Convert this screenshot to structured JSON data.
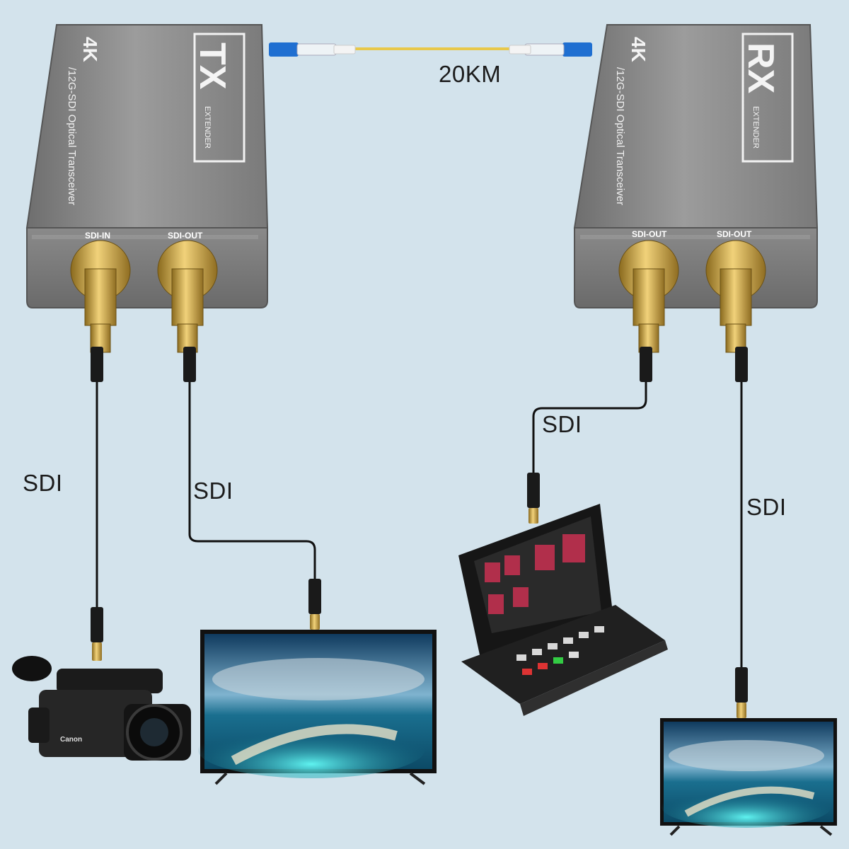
{
  "fiber": {
    "length_label": "20KM"
  },
  "tx_unit": {
    "badge": "TX",
    "badge_sub": "EXTENDER",
    "resolution": "4K",
    "model_text": "/12G-SDI Optical Transceiver",
    "ports": [
      "SDI-IN",
      "SDI-OUT"
    ]
  },
  "rx_unit": {
    "badge": "RX",
    "badge_sub": "EXTENDER",
    "resolution": "4K",
    "model_text": "/12G-SDI Optical Transceiver",
    "ports": [
      "SDI-OUT",
      "SDI-OUT"
    ]
  },
  "cables": {
    "camera": "SDI",
    "tx_monitor": "SDI",
    "switcher": "SDI",
    "rx_monitor": "SDI"
  },
  "camera": {
    "brand": "Canon"
  },
  "colors": {
    "background": "#d3e3ec",
    "housing": "#8d8d8d",
    "fiber_cable": "#e8c84a",
    "lc_connector": "#1f6fd1",
    "bnc_gold": "#c8a43c"
  }
}
